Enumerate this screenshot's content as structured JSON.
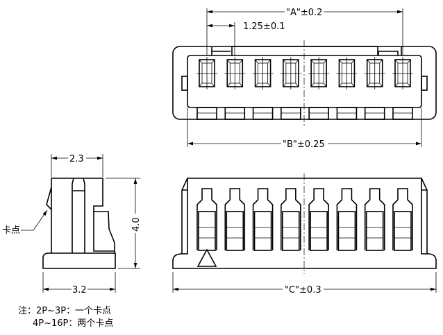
{
  "dimensions": {
    "a": "\"A\"±0.2",
    "pitch": "1.25±0.1",
    "b": "\"B\"±0.25",
    "c": "\"C\"±0.3",
    "side_width": "2.3",
    "height": "4.0",
    "base_width": "3.2"
  },
  "callout": "卡点",
  "notes": [
    "注：2P~3P：一个卡点",
    "4P~16P：两个卡点"
  ],
  "pin_count": 8
}
